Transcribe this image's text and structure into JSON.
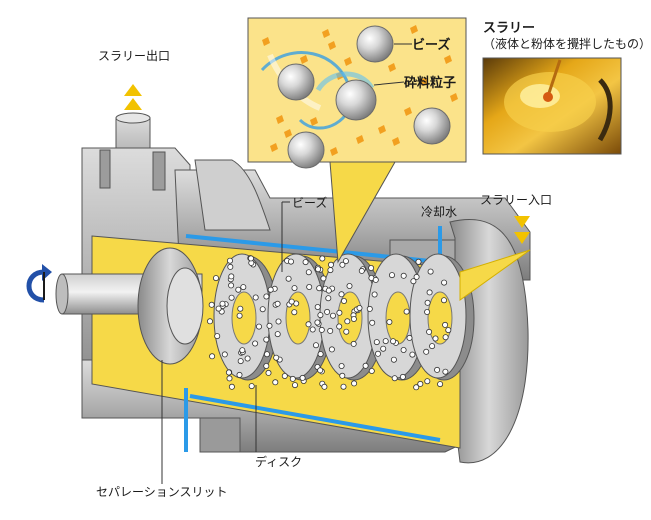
{
  "labels": {
    "slurry_outlet": "スラリー出口",
    "slurry_inlet": "スラリー入口",
    "cooling_water": "冷却水",
    "beads_main": "ビーズ",
    "disc": "ディスク",
    "separation_slit": "セパレーションスリット",
    "inset_beads": "ビーズ",
    "inset_particles": "砕料粒子",
    "photo_title": "スラリー",
    "photo_caption": "（液体と粉体を攪拌したもの）"
  },
  "colors": {
    "slurry_yellow": "#f6d948",
    "zoom_background": "#fbe38a",
    "particle_orange": "#f2a020",
    "cooling_blue": "#2b9ae8",
    "arrow_yellow": "#f2c200",
    "rotation_blue": "#2250a8",
    "metal_gray": "#b4b4b4"
  },
  "icons": {
    "rotation": "rotation-arrow-icon",
    "outlet_arrows": "up-arrows-icon",
    "inlet_arrows": "down-arrows-icon"
  }
}
